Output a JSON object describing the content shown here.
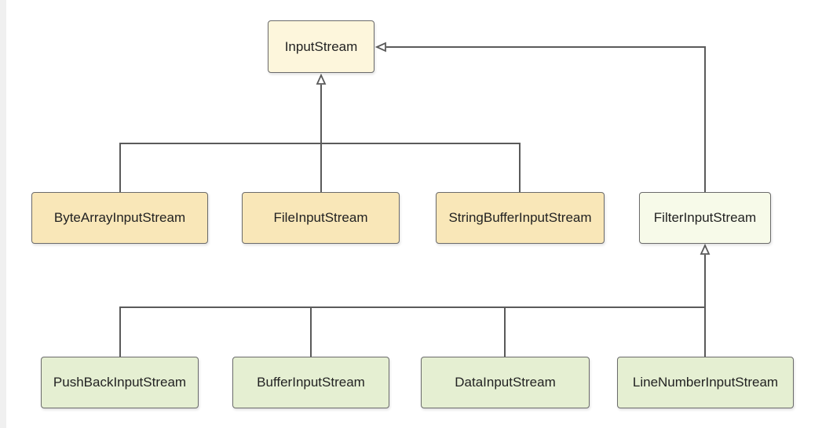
{
  "diagram": {
    "root": {
      "label": "InputStream"
    },
    "children": [
      {
        "label": "ByteArrayInputStream"
      },
      {
        "label": "FileInputStream"
      },
      {
        "label": "StringBufferInputStream"
      },
      {
        "label": "FilterInputStream"
      }
    ],
    "filter_children": [
      {
        "label": "PushBackInputStream"
      },
      {
        "label": "BufferInputStream"
      },
      {
        "label": "DataInputStream"
      },
      {
        "label": "LineNumberInputStream"
      }
    ],
    "colors": {
      "root_fill": "#fdf6dc",
      "concrete_fill": "#f9e7b8",
      "filter_fill": "#f7fae9",
      "decorator_fill": "#e5efd2",
      "line": "#5a5a5a",
      "border": "#6b6b6b"
    }
  }
}
